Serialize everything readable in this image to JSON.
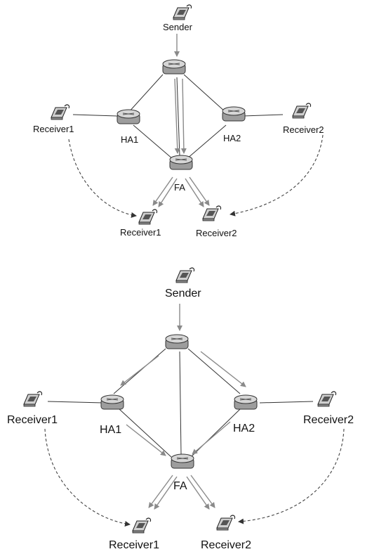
{
  "diagrams": [
    {
      "labels": {
        "sender": "Sender",
        "ha1": "HA1",
        "ha2": "HA2",
        "fa": "FA",
        "receiver1_home": "Receiver1",
        "receiver2_home": "Receiver2",
        "receiver1_visit": "Receiver1",
        "receiver2_visit": "Receiver2"
      }
    },
    {
      "labels": {
        "sender": "Sender",
        "ha1": "HA1",
        "ha2": "HA2",
        "fa": "FA",
        "receiver1_home": "Receiver1",
        "receiver2_home": "Receiver2",
        "receiver1_visit": "Receiver1",
        "receiver2_visit": "Receiver2"
      }
    }
  ],
  "icons": {
    "router": "router-icon",
    "host": "phone-terminal-icon"
  },
  "colors": {
    "line": "#333333",
    "arrow": "#9a9a9a",
    "dashed": "#444444"
  }
}
